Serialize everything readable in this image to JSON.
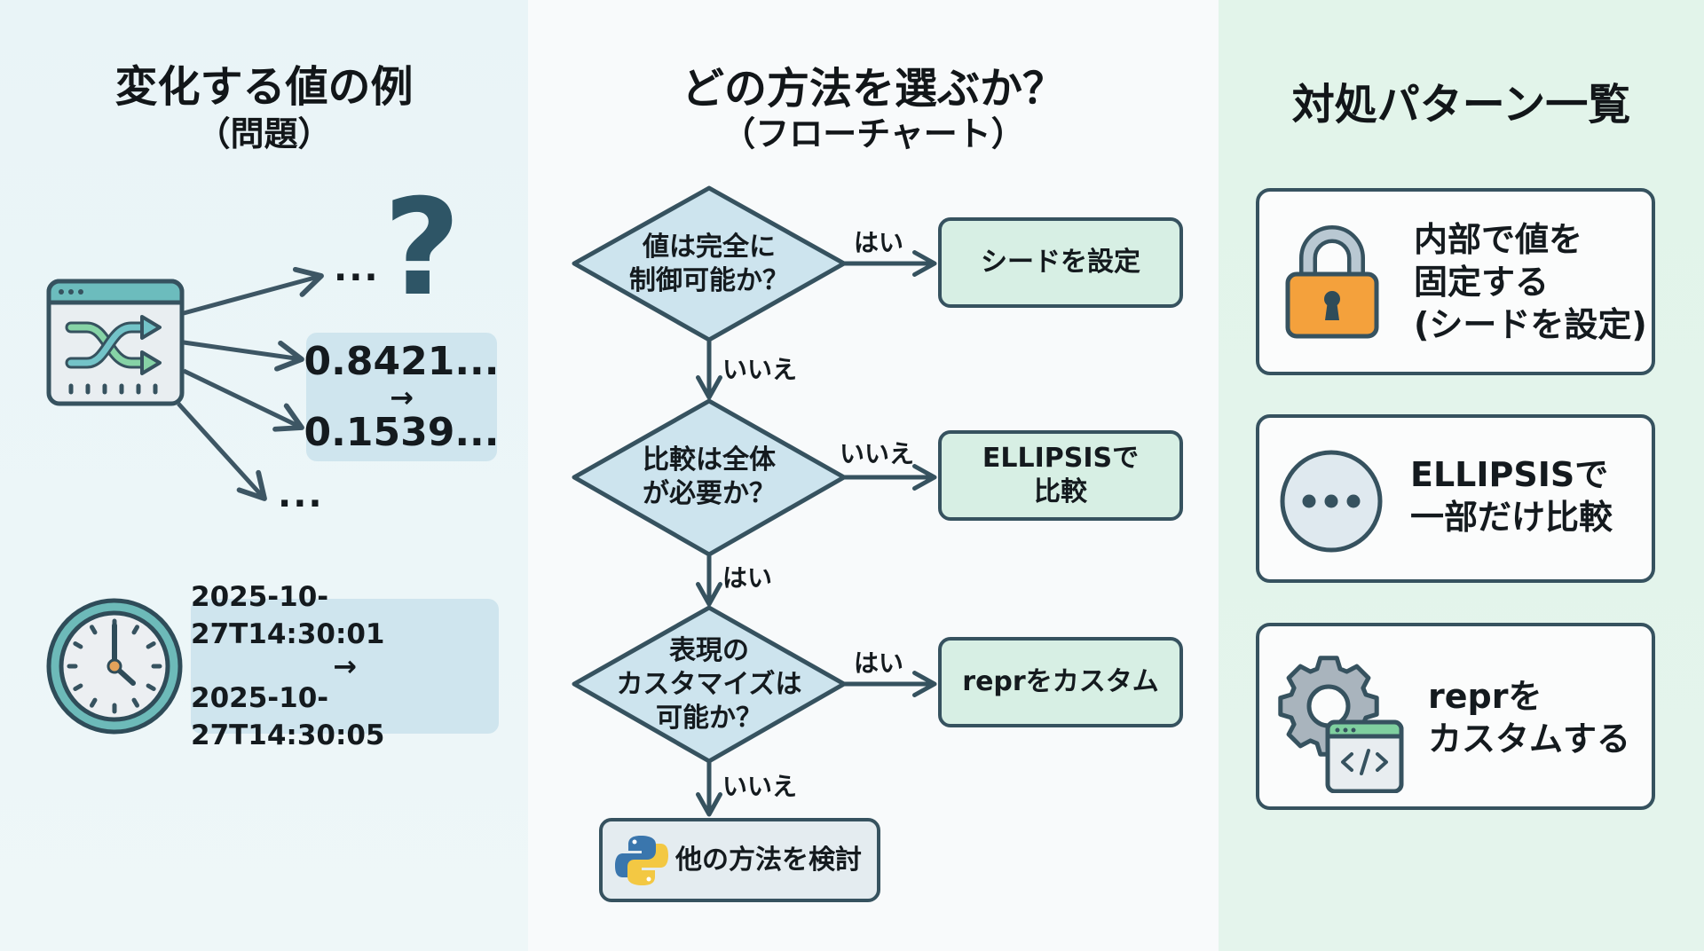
{
  "left_panel": {
    "title": "変化する値の例",
    "subtitle": "（問題）",
    "random_example": {
      "icon": "shuffle-window-icon",
      "outputs_ellipsis_top": "...",
      "outputs_ellipsis_bottom": "...",
      "question_mark": "?",
      "value_from": "0.8421...",
      "arrow": "→",
      "value_to": "0.1539..."
    },
    "time_example": {
      "icon": "clock-icon",
      "value_from": "2025-10-27T14:30:01",
      "arrow": "→",
      "value_to": "2025-10-27T14:30:05"
    }
  },
  "mid_panel": {
    "title": "どの方法を選ぶか？",
    "subtitle": "（フローチャート）",
    "decisions": [
      {
        "line1": "値は完全に",
        "line2": "制御可能か？",
        "line3": ""
      },
      {
        "line1": "比較は全体",
        "line2": "が必要か？",
        "line3": ""
      },
      {
        "line1": "表現の",
        "line2": "カスタマイズは",
        "line3": "可能か？"
      }
    ],
    "results": [
      {
        "line1": "シードを設定",
        "line2": ""
      },
      {
        "line1": "ELLIPSISで",
        "line2": "比較"
      },
      {
        "line1": "reprをカスタム",
        "line2": ""
      }
    ],
    "edges": {
      "d1_to_r1": "はい",
      "d1_to_d2": "いいえ",
      "d2_to_r2": "いいえ",
      "d2_to_d3": "はい",
      "d3_to_r3": "はい",
      "d3_to_final": "いいえ"
    },
    "final": {
      "icon": "python-logo-icon",
      "label": "他の方法を検討"
    }
  },
  "right_panel": {
    "title": "対処パターン一覧",
    "cards": [
      {
        "icon": "padlock-icon",
        "line1": "内部で値を",
        "line2": "固定する",
        "line3": "(シードを設定)"
      },
      {
        "icon": "ellipsis-circle-icon",
        "line1": "ELLIPSISで",
        "line2": "一部だけ比較",
        "line3": ""
      },
      {
        "icon": "gear-code-window-icon",
        "line1": "reprを",
        "line2": "カスタムする",
        "line3": ""
      }
    ]
  },
  "colors": {
    "stroke": "#36525f",
    "decision_fill": "#cde4ee",
    "result_fill": "#d7efe4",
    "final_fill": "#e4ecf0",
    "accent_teal": "#5fb7b9",
    "accent_green": "#7fcf9f",
    "lock_orange": "#f4a13c"
  }
}
